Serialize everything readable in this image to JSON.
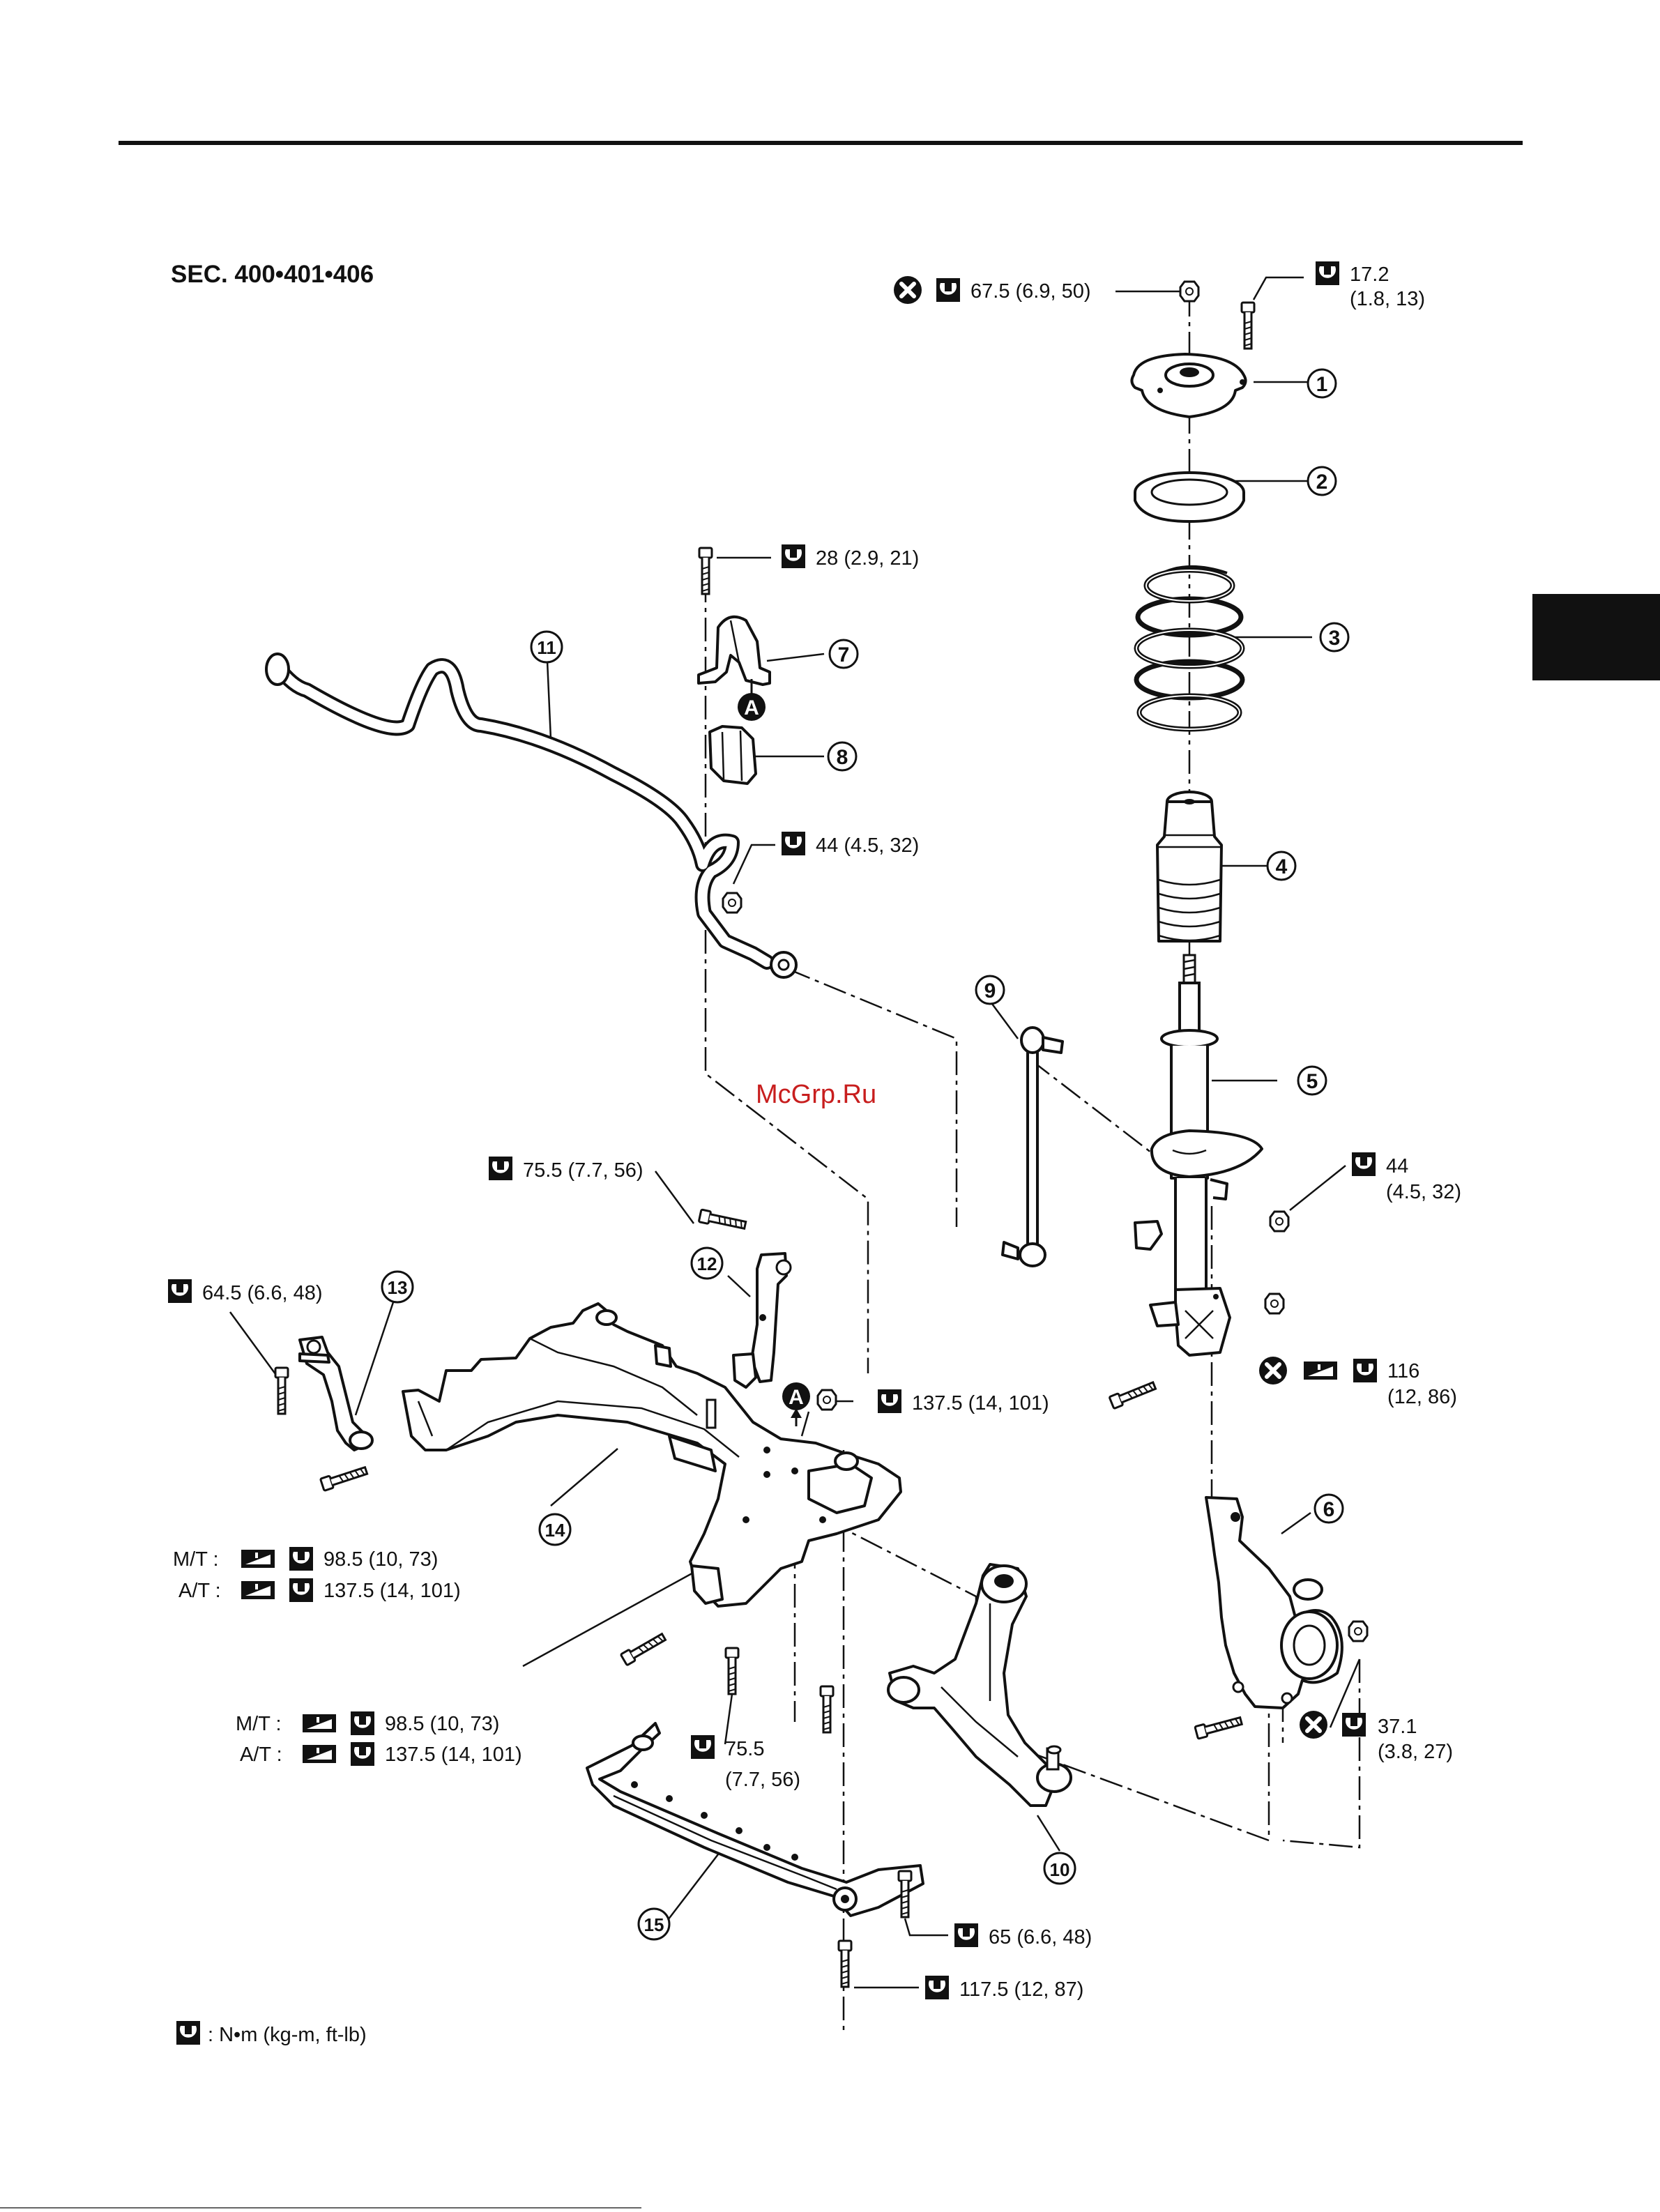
{
  "section_code": "SEC. 400•401•406",
  "watermark": "McGrp.Ru",
  "reference_marker": "A",
  "legend": {
    "text": ": N•m (kg-m, ft-lb)",
    "icon": "torque-wrench-icon"
  },
  "icons": {
    "torque": "torque-wrench-icon",
    "no_reuse": "do-not-reuse-icon",
    "tighten_angle": "tightening-step-icon"
  },
  "callouts": [
    "1",
    "2",
    "3",
    "4",
    "5",
    "6",
    "7",
    "8",
    "9",
    "10",
    "11",
    "12",
    "13",
    "14",
    "15"
  ],
  "torque_specs": {
    "strut_nut": {
      "value": "67.5 (6.9, 50)"
    },
    "mount_bolt": {
      "line1": "17.2",
      "line2": "(1.8, 13)"
    },
    "bushing_clamp": {
      "value": "28 (2.9, 21)"
    },
    "stab_nut": {
      "value": "44 (4.5, 32)"
    },
    "strut_link_nut": {
      "line1": "44",
      "line2": "(4.5, 32)"
    },
    "link_bolt": {
      "value": "75.5 (7.7, 56)"
    },
    "brace_bolt": {
      "value": "64.5 (6.6, 48)"
    },
    "knuckle_bolt": {
      "line1": "116",
      "line2": "(12, 86)"
    },
    "member_nut": {
      "value": "137.5 (14, 101)"
    },
    "member_front": {
      "mt_label": "M/T :",
      "mt_value": "98.5 (10, 73)",
      "at_label": "A/T :",
      "at_value": "137.5 (14, 101)"
    },
    "arm_bolt": {
      "mt_label": "M/T :",
      "mt_value": "98.5 (10, 73)",
      "at_label": "A/T :",
      "at_value": "137.5 (14, 101)"
    },
    "arm_mount": {
      "line1": "75.5",
      "line2": "(7.7, 56)"
    },
    "ball_joint_nut": {
      "line1": "37.1",
      "line2": "(3.8, 27)"
    },
    "stay_bolt": {
      "value": "65 (6.6, 48)"
    },
    "stay_rear_bolt": {
      "value": "117.5 (12, 87)"
    }
  }
}
